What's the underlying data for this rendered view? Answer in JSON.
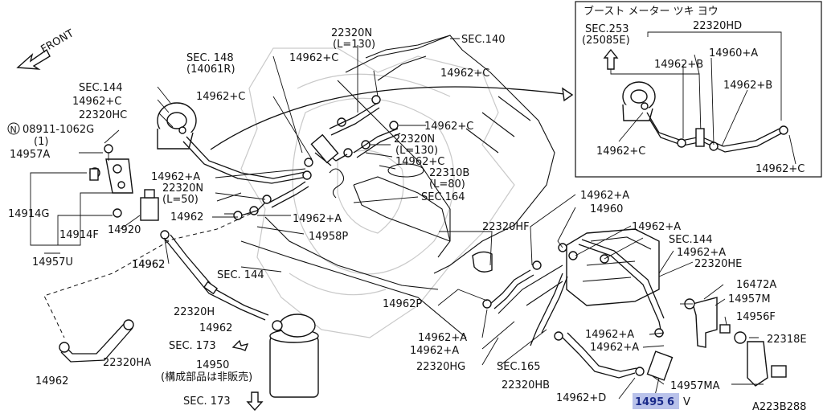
{
  "labels": {
    "front": "FRONT",
    "sec140": "SEC.140",
    "sec148": "SEC. 148",
    "sec148_sub": "(14061R)",
    "sec144_left": "SEC.144",
    "p14962c_1": "14962+C",
    "p22320hc": "22320HC",
    "p08911": "08911-1062G",
    "p08911_qty": "(1)",
    "p14957a": "14957A",
    "p14914g": "14914G",
    "p14914f": "14914F",
    "p14920": "14920",
    "p14957u": "14957U",
    "p14962_a": "14962",
    "p22320n_top": "22320N",
    "p22320n_top_len": "(L=130)",
    "p14962c_top": "14962+C",
    "p14962c_right": "14962+C",
    "p14962c_mid": "14962+C",
    "p14962c_r2": "14962+C",
    "p22320n_mid": "22320N",
    "p22320n_mid_len": "(L=130)",
    "p14962c_r3": "14962+C",
    "p22310b": "22310B",
    "p22310b_len": "(L=80)",
    "sec164": "SEC.164",
    "p14962a_1": "14962+A",
    "p22320n_left": "22320N",
    "p22320n_left_len": "(L=50)",
    "p14962_b": "14962",
    "p14962a_2": "14962+A",
    "p14958p": "14958P",
    "p14962_c": "14962",
    "sec144_mid": "SEC. 144",
    "p22320h": "22320H",
    "p14962_d": "14962",
    "sec173_a": "SEC. 173",
    "p14950": "14950",
    "p14950_note": "(構成部品は非販売)",
    "sec173_b": "SEC. 173",
    "p22320ha": "22320HA",
    "p14962_e": "14962",
    "p14962a_3": "14962+A",
    "p14960": "14960",
    "p14962a_4": "14962+A",
    "p22320hf": "22320HF",
    "sec144_right": "SEC.144",
    "p14962a_5": "14962+A",
    "p22320he": "22320HE",
    "p14962p": "14962P",
    "p14962a_6": "14962+A",
    "p14962a_7": "14962+A",
    "p14962a_8": "14962+A",
    "p14962a_9": "14962+A",
    "p22320hg": "22320HG",
    "sec165": "SEC.165",
    "p22320hb": "22320HB",
    "p14962d": "14962+D",
    "p14956v_a": "1495",
    "p14956v_b": "6",
    "p14956v_c": "V",
    "p16472a": "16472A",
    "p14957m": "14957M",
    "p14956f": "14956F",
    "p22318e": "22318E",
    "p14957ma": "14957MA",
    "ref": "A223B288"
  },
  "inset": {
    "title": "ブースト メーター ツキ ヨウ",
    "sec253": "SEC.253",
    "sec253_sub": "(25085E)",
    "p22320hd": "22320HD",
    "p14962b_1": "14962+B",
    "p14960a": "14960+A",
    "p14962b_2": "14962+B",
    "p14962c_1": "14962+C",
    "p14962c_2": "14962+C"
  },
  "n_marker": "N",
  "highlight_color": "#b9c2ea"
}
